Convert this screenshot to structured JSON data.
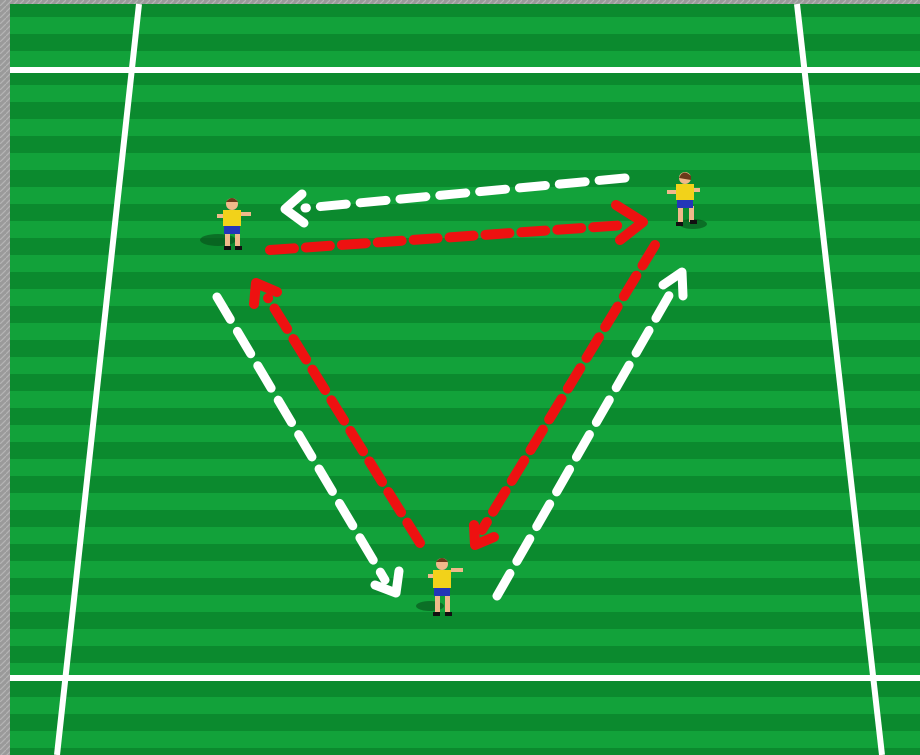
{
  "diagram": {
    "type": "soccer-passing-drill",
    "colors": {
      "grass_dark": "#0b8a2e",
      "grass_light": "#12a23a",
      "line": "#ffffff",
      "frame": "#9a9a9a",
      "pass": "#ee1111",
      "run": "#ffffff",
      "shirt": "#f2d21a",
      "shorts": "#2336b8",
      "hair": "#6b3a1a",
      "skin": "#f0b98a"
    },
    "players": [
      {
        "id": "left",
        "team": "yellow"
      },
      {
        "id": "right",
        "team": "yellow"
      },
      {
        "id": "bottom",
        "team": "yellow"
      }
    ],
    "arrows": [
      {
        "kind": "pass",
        "from": "left",
        "to": "right",
        "style": "dashed"
      },
      {
        "kind": "pass",
        "from": "bottom",
        "to": "left",
        "style": "dashed"
      },
      {
        "kind": "pass",
        "from": "right",
        "to": "bottom",
        "style": "dashed"
      },
      {
        "kind": "run",
        "from": "right",
        "to": "left",
        "style": "dashed"
      },
      {
        "kind": "run",
        "from": "left",
        "to": "bottom",
        "style": "dashed"
      },
      {
        "kind": "run",
        "from": "bottom",
        "to": "right",
        "style": "dashed"
      }
    ]
  }
}
